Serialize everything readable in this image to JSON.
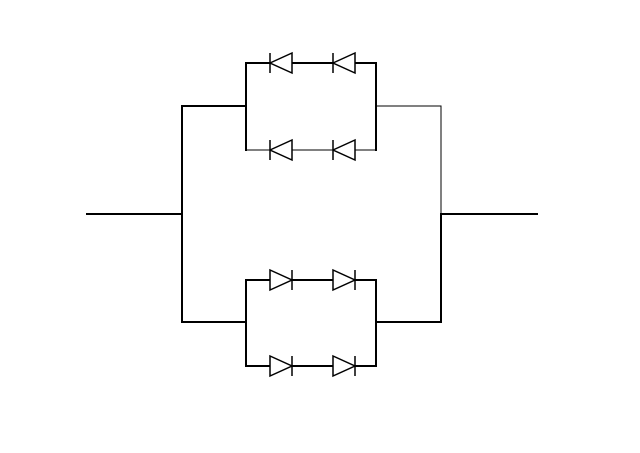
{
  "diagram": {
    "kind": "circuit-schematic",
    "colors": {
      "background": "#ffffff",
      "wire": "#000000"
    },
    "topology": {
      "input_terminal": "left",
      "output_terminal": "right",
      "parallel_branches": 2
    },
    "branches": [
      {
        "id": "top-bank",
        "parallel_strings": 2,
        "diodes_per_string": 2,
        "orientation": "pointing-left"
      },
      {
        "id": "bottom-bank",
        "parallel_strings": 2,
        "diodes_per_string": 2,
        "orientation": "pointing-right"
      }
    ],
    "icons": {
      "diode": "diode-icon"
    }
  }
}
